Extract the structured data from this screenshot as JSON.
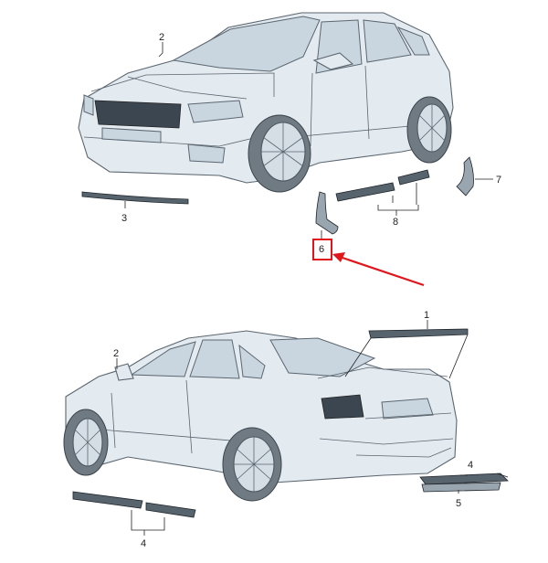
{
  "callouts": {
    "front_car": [
      "2",
      "3",
      "6",
      "7",
      "8"
    ],
    "rear_car": [
      "1",
      "2",
      "4",
      "4",
      "5"
    ]
  },
  "highlight": {
    "label": "6",
    "box_color": "#e0161b",
    "arrow_color": "#e0161b"
  },
  "colors": {
    "car_body": "#e4ebf0",
    "outline": "#5b6670",
    "trim_parts": "#57636d"
  }
}
